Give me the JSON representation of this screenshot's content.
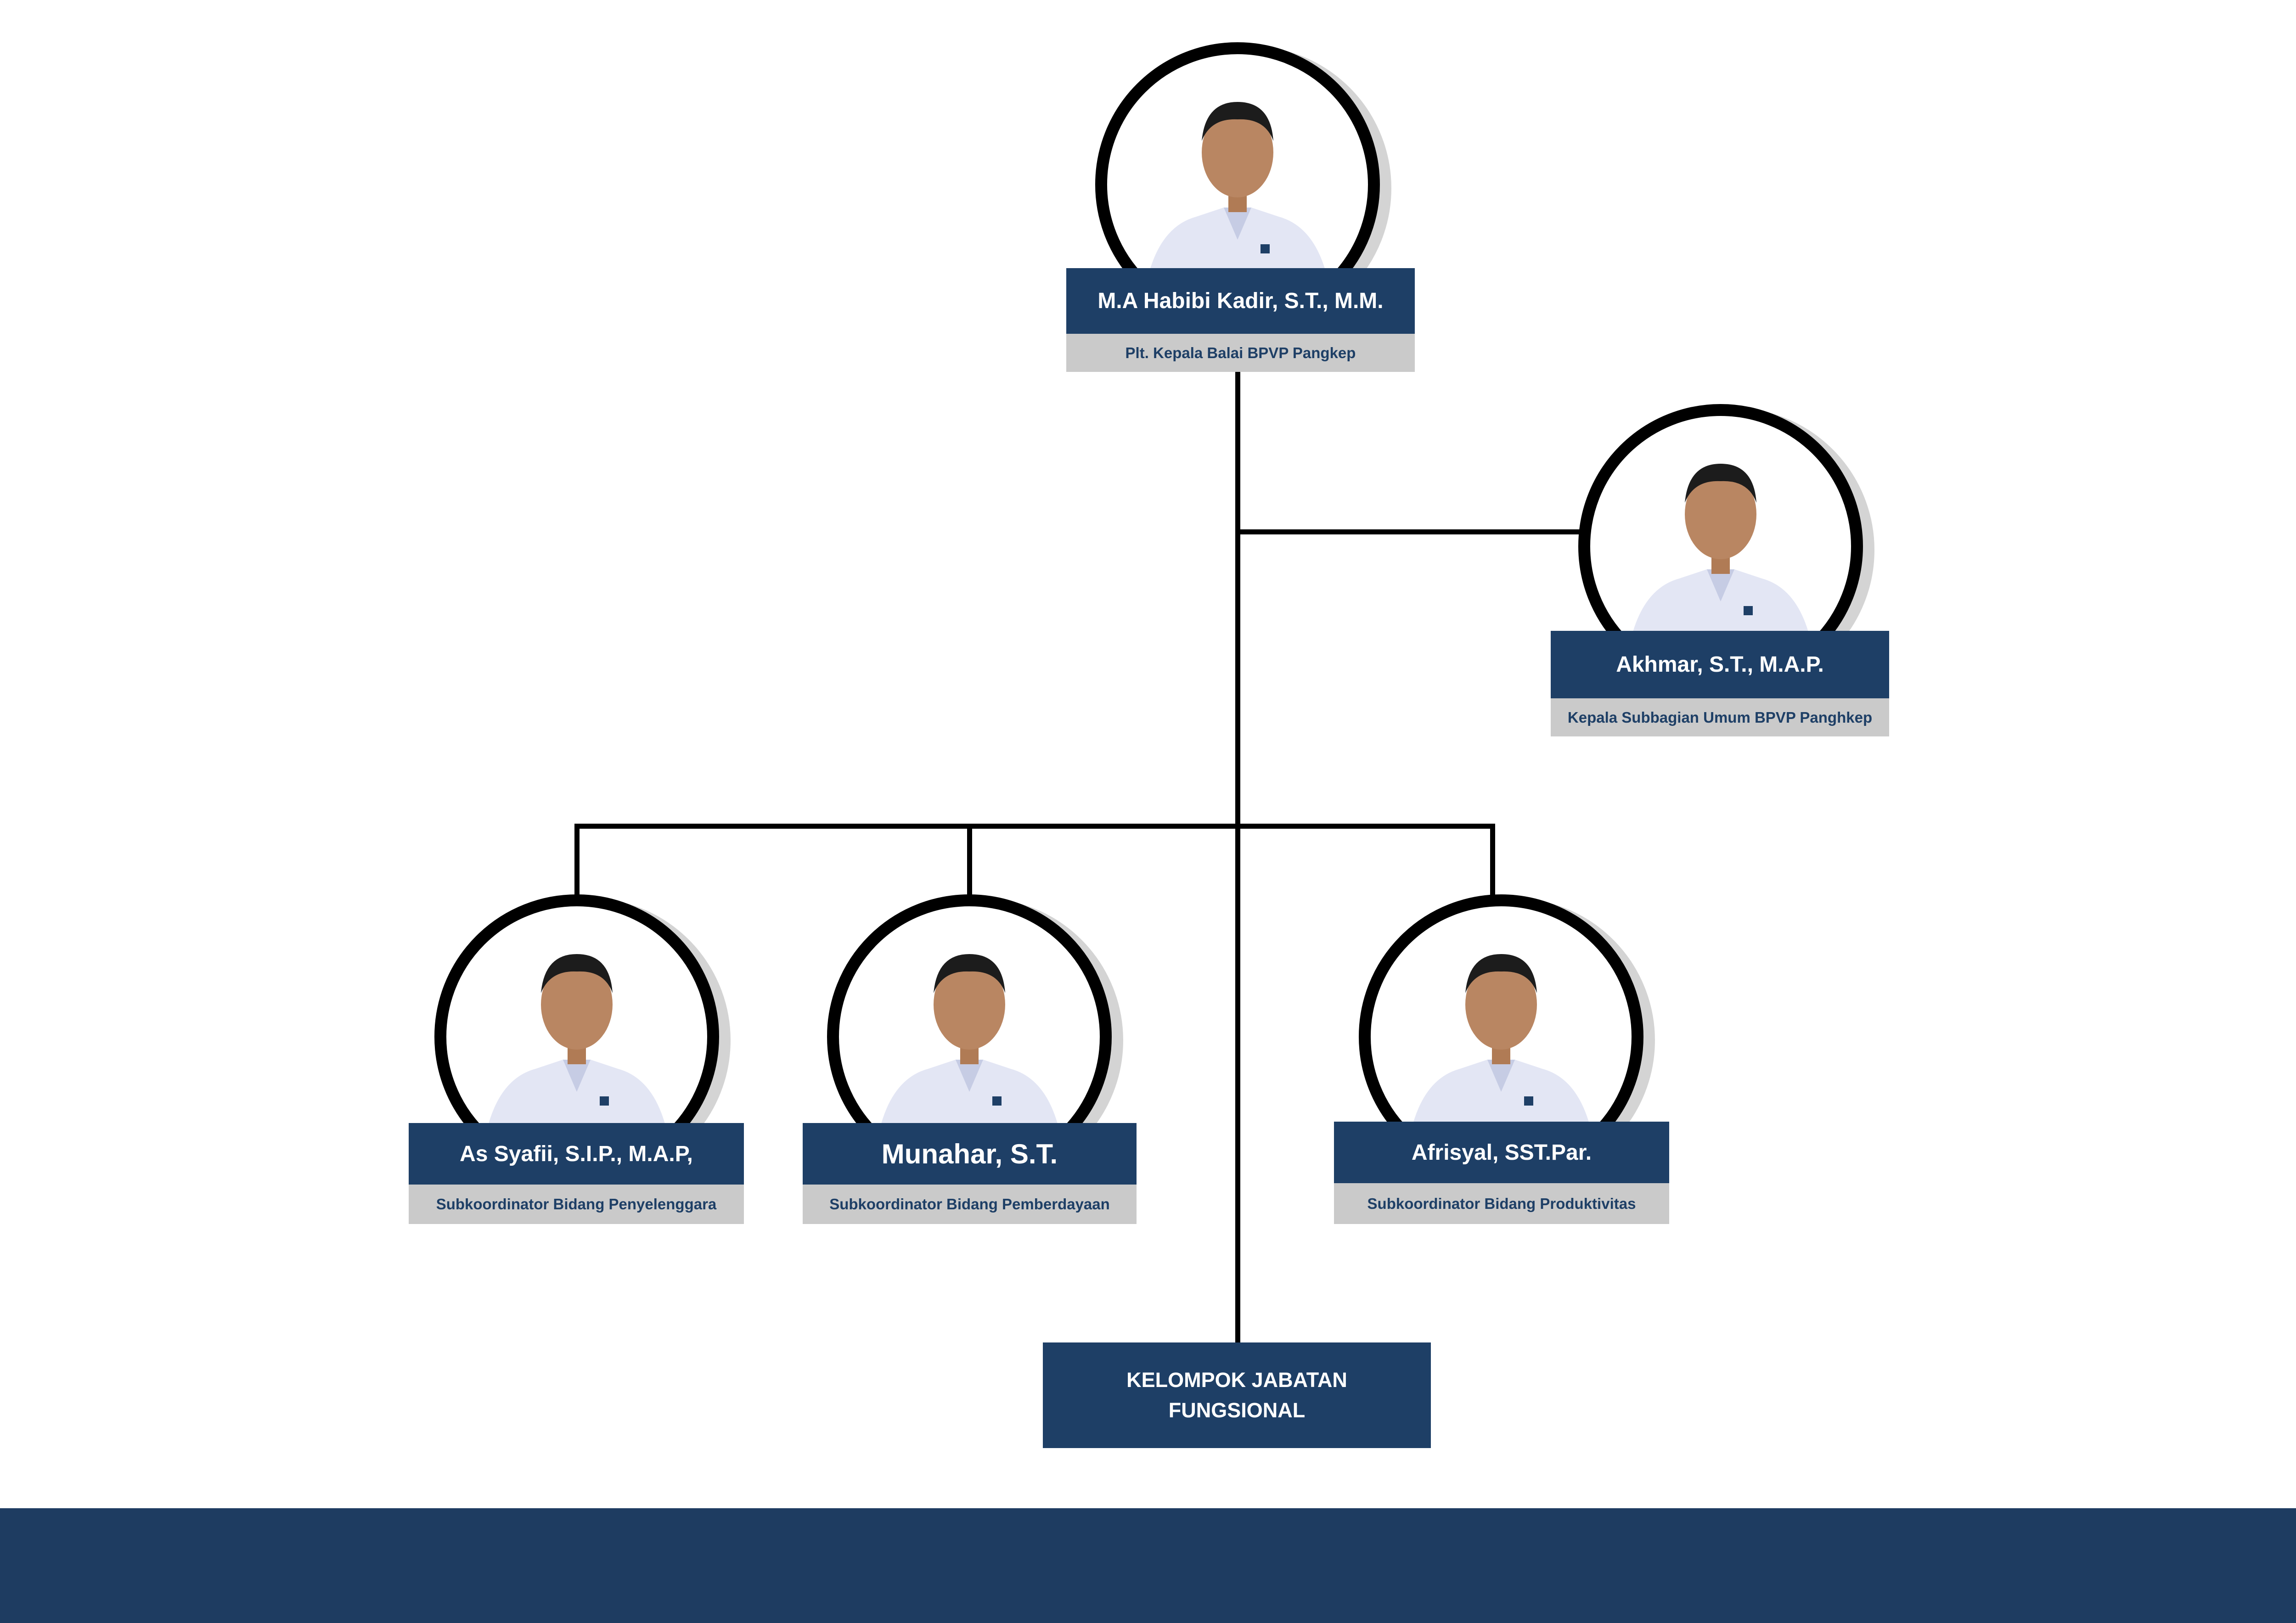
{
  "colors": {
    "navy": "#1e3f66",
    "gray": "#cacaca",
    "line": "#000000"
  },
  "head": {
    "name": "M.A Habibi Kadir, S.T., M.M.",
    "role": "Plt. Kepala Balai BPVP Pangkep"
  },
  "subbag": {
    "name": "Akhmar, S.T., M.A.P.",
    "role": "Kepala Subbagian Umum BPVP Panghkep"
  },
  "subkoordinators": [
    {
      "name": "As Syafii, S.I.P., M.A.P,",
      "role": "Subkoordinator Bidang Penyelenggara"
    },
    {
      "name": "Munahar, S.T.",
      "role": "Subkoordinator Bidang Pemberdayaan"
    },
    {
      "name": "Afrisyal, SST.Par.",
      "role": "Subkoordinator Bidang Produktivitas"
    }
  ],
  "group": {
    "line1": "KELOMPOK JABATAN",
    "line2": "FUNGSIONAL"
  }
}
